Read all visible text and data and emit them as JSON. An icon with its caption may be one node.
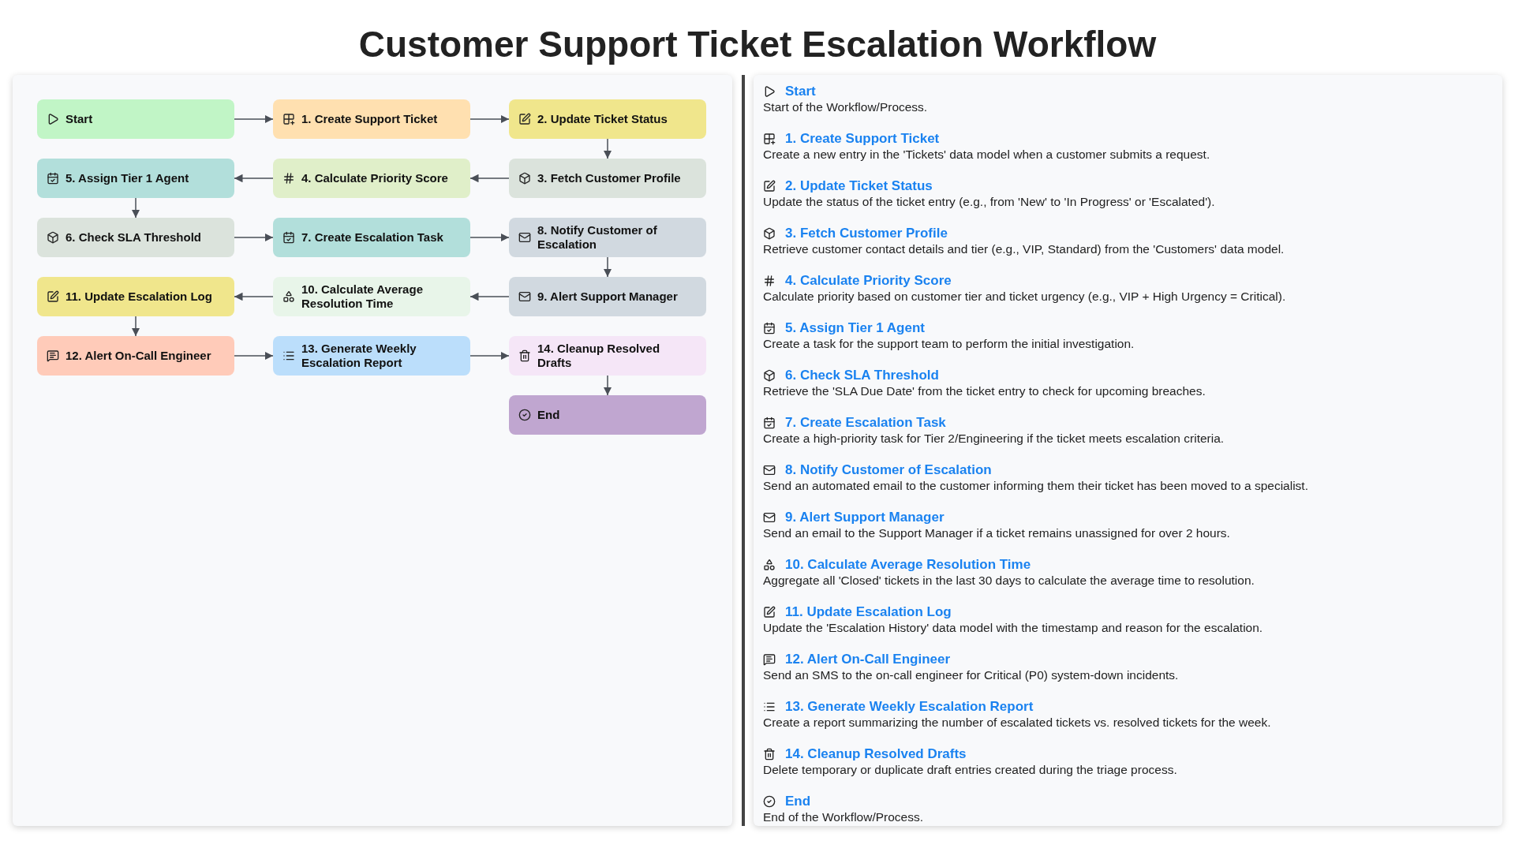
{
  "diagram": {
    "title": "Customer Support Ticket Escalation Workflow",
    "nodes": [
      {
        "text": [
          "Start"
        ]
      },
      {
        "text": [
          "1. Create Support Ticket"
        ]
      },
      {
        "text": [
          "2. Update Ticket Status"
        ]
      },
      {
        "text": [
          "3. Fetch Customer Profile"
        ]
      },
      {
        "text": [
          "4. Calculate Priority Score"
        ]
      },
      {
        "text": [
          "5. Assign Tier 1 Agent"
        ]
      },
      {
        "text": [
          "6. Check SLA Threshold"
        ]
      },
      {
        "text": [
          "7. Create Escalation Task"
        ]
      },
      {
        "text": [
          "8. Notify Customer of Escalation"
        ]
      },
      {
        "text": [
          "9. Alert Support Manager"
        ]
      },
      {
        "text": [
          "10. Calculate Average Resolution Time"
        ]
      },
      {
        "text": [
          "11. Update Escalation Log"
        ]
      },
      {
        "text": [
          "12. Alert On-Call Engineer"
        ]
      },
      {
        "text": [
          "13. Generate Weekly Escalation Report"
        ]
      },
      {
        "text": [
          "14. Cleanup Resolved Drafts"
        ]
      },
      {
        "text": [
          "End"
        ]
      }
    ],
    "edges": [
      {
        "from": 0,
        "to": 1,
        "arrow": "to"
      },
      {
        "from": 1,
        "to": 2,
        "arrow": "to"
      },
      {
        "from": 2,
        "to": 3,
        "arrow": "to"
      },
      {
        "from": 3,
        "to": 4,
        "arrow": "to"
      },
      {
        "from": 4,
        "to": 5,
        "arrow": "to"
      },
      {
        "from": 5,
        "to": 6,
        "arrow": "to"
      },
      {
        "from": 6,
        "to": 7,
        "arrow": "to"
      },
      {
        "from": 7,
        "to": 8,
        "arrow": "to"
      },
      {
        "from": 8,
        "to": 9,
        "arrow": "to"
      },
      {
        "from": 9,
        "to": 10,
        "arrow": "to"
      },
      {
        "from": 10,
        "to": 11,
        "arrow": "to"
      },
      {
        "from": 11,
        "to": 12,
        "arrow": "to"
      },
      {
        "from": 12,
        "to": 13,
        "arrow": "to"
      },
      {
        "from": 13,
        "to": 14,
        "arrow": "to"
      },
      {
        "from": 14,
        "to": 15,
        "arrow": "to"
      }
    ],
    "labels": [
      "Start",
      "Start of the Workflow/Process.",
      "1. Create Support Ticket",
      "Create a new entry in the 'Tickets' data model when a customer submits a request.",
      "2. Update Ticket Status",
      "Update the status of the ticket entry (e.g., from 'New' to 'In Progress' or 'Escalated').",
      "3. Fetch Customer Profile",
      "Retrieve customer contact details and tier (e.g., VIP, Standard) from the 'Customers' data model.",
      "4. Calculate Priority Score",
      "Calculate priority based on customer tier and ticket urgency (e.g., VIP + High Urgency = Critical).",
      "5. Assign Tier 1 Agent",
      "Create a task for the support team to perform the initial investigation.",
      "6. Check SLA Threshold",
      "Retrieve the 'SLA Due Date' from the ticket entry to check for upcoming breaches.",
      "7. Create Escalation Task",
      "Create a high-priority task for Tier 2/Engineering if the ticket meets escalation criteria.",
      "8. Notify Customer of Escalation",
      "Send an automated email to the customer informing them their ticket has been moved to a specialist.",
      "9. Alert Support Manager",
      "Send an email to the Support Manager if a ticket remains unassigned for over 2 hours.",
      "10. Calculate Average Resolution Time",
      "Aggregate all 'Closed' tickets in the last 30 days to calculate the average time to resolution.",
      "11. Update Escalation Log",
      "Update the 'Escalation History' data model with the timestamp and reason for the escalation.",
      "12. Alert On-Call Engineer",
      "Send an SMS to the on-call engineer for Critical (P0) system-down incidents.",
      "13. Generate Weekly Escalation Report",
      "Create a report summarizing the number of escalated tickets vs. resolved tickets for the week.",
      "14. Cleanup Resolved Drafts",
      "Delete temporary or duplicate draft entries created during the triage process.",
      "End",
      "End of the Workflow/Process."
    ]
  }
}
